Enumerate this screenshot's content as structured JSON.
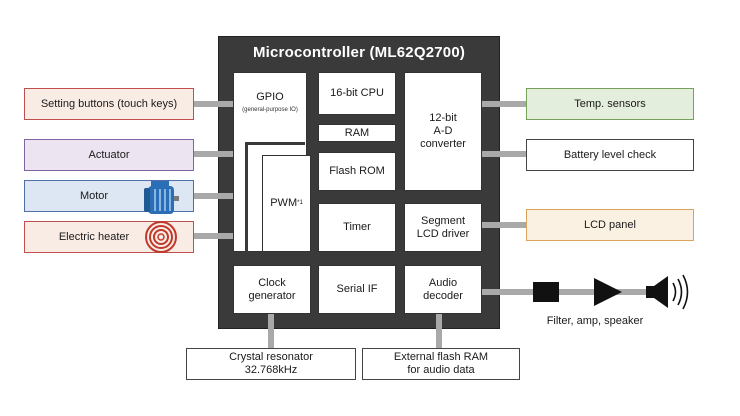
{
  "microcontroller": {
    "title": "Microcontroller (ML62Q2700)",
    "blocks": {
      "gpio": "GPIO",
      "gpio_sub": "(general-purpose IO)",
      "cpu": "16-bit CPU",
      "ram": "RAM",
      "flash_rom": "Flash ROM",
      "pwm": "PWM",
      "pwm_note": "*1",
      "timer": "Timer",
      "adc_line1": "12-bit",
      "adc_line2": "A-D",
      "adc_line3": "converter",
      "lcd_driver_line1": "Segment",
      "lcd_driver_line2": "LCD driver",
      "clock_line1": "Clock",
      "clock_line2": "generator",
      "serial_if": "Serial IF",
      "audio_line1": "Audio",
      "audio_line2": "decoder"
    }
  },
  "left_devices": [
    {
      "label": "Setting buttons (touch keys)",
      "color": "#f9ece4",
      "border": "#c0504d"
    },
    {
      "label": "Actuator",
      "color": "#ece4f0",
      "border": "#8064a2"
    },
    {
      "label": "Motor",
      "color": "#dde6f3",
      "border": "#4f6fa8"
    },
    {
      "label": "Electric heater",
      "color": "#f9ece4",
      "border": "#c0504d"
    }
  ],
  "right_devices": [
    {
      "label": "Temp. sensors",
      "color": "#e4eedc",
      "border": "#77a05a"
    },
    {
      "label": "Battery level check",
      "color": "#ffffff",
      "border": "#444444"
    },
    {
      "label": "LCD panel",
      "color": "#fbf1e2",
      "border": "#d9a55a"
    }
  ],
  "bottom_devices": {
    "crystal_line1": "Crystal resonator",
    "crystal_line2": "32.768kHz",
    "flash_line1": "External flash RAM",
    "flash_line2": "for audio data"
  },
  "audio_chain_label": "Filter, amp, speaker",
  "icons": [
    "motor-icon",
    "heater-coil-icon",
    "filter-icon",
    "amplifier-icon",
    "speaker-icon"
  ]
}
